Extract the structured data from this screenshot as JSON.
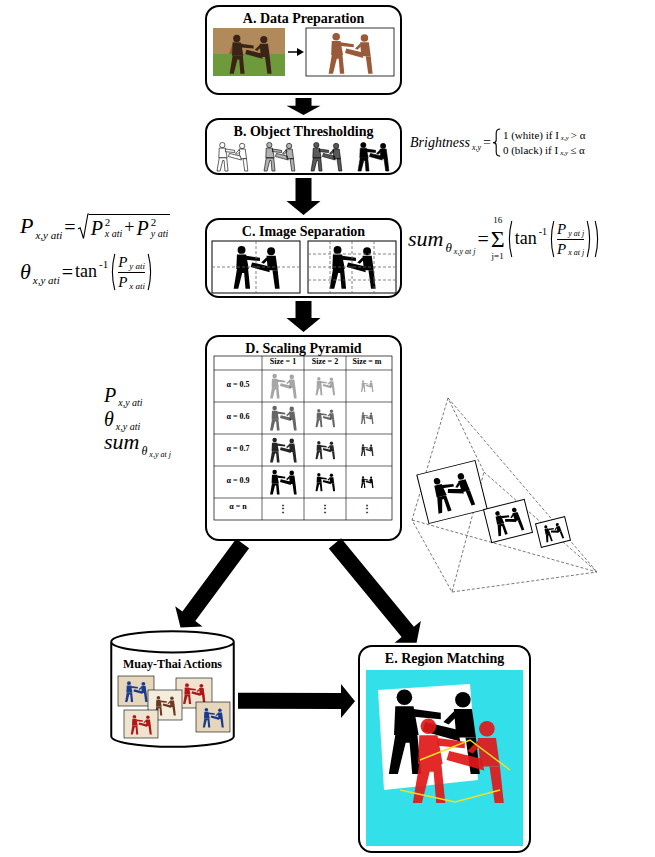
{
  "diagram": {
    "nodes": [
      {
        "text": [
          "A. Data Preparation"
        ]
      },
      {
        "text": [
          "B. Object Thresholding"
        ]
      },
      {
        "text": [
          "C. Image Separation"
        ]
      },
      {
        "text": [
          "D. Scaling Pyramid"
        ]
      },
      {
        "text": [
          "Muay-Thai Actions"
        ]
      },
      {
        "text": [
          "E. Region Matching"
        ]
      }
    ],
    "edges": [
      {
        "from": 0,
        "to": 1,
        "arrow": "to"
      },
      {
        "from": 1,
        "to": 2,
        "arrow": "to"
      },
      {
        "from": 2,
        "to": 3,
        "arrow": "to"
      },
      {
        "from": 3,
        "to": 4,
        "arrow": "to"
      },
      {
        "from": 3,
        "to": 5,
        "arrow": "to"
      },
      {
        "from": 4,
        "to": 5,
        "arrow": "to"
      }
    ],
    "labels": [
      "Brightness",
      "x,y",
      "=",
      "1 (white) if I",
      "x,y",
      "> α",
      "0 (black) if I",
      "x,y",
      "≤ α",
      "P",
      "x,y ati",
      "=",
      "P",
      "2",
      "x ati",
      "+",
      "P",
      "2",
      "y ati",
      "θ",
      "x,y ati",
      "=",
      "tan",
      "-1",
      "P",
      "y ati",
      "P",
      "x ati",
      "sum",
      "θ",
      "x,y at j",
      "=",
      "16",
      "Σ",
      "j=1",
      "tan",
      "-1",
      "P",
      "y at j",
      "P",
      "x at j",
      "P",
      "x,y ati",
      "θ",
      "x,y ati",
      "sum",
      "θ",
      "x,y at j",
      "Size = 1",
      "Size = 2",
      "Size = m",
      "α = 0.5",
      "α = 0.6",
      "α = 0.7",
      "α = 0.9",
      "α = n",
      "⋮",
      "⋮",
      "⋮"
    ]
  }
}
